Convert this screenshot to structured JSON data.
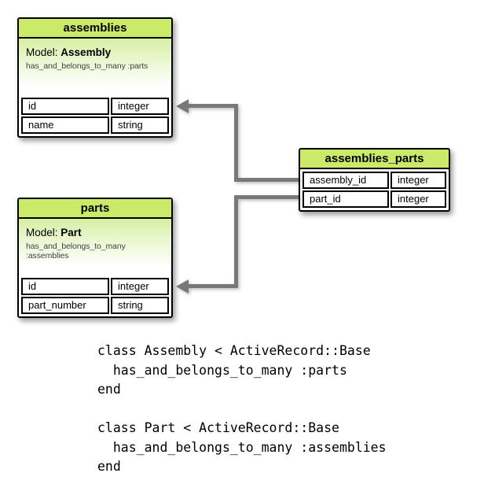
{
  "diagram": {
    "tables": [
      {
        "title": "assemblies",
        "model_prefix": "Model:",
        "model_name": "Assembly",
        "association": "has_and_belongs_to_many :parts",
        "rows": [
          {
            "field": "id",
            "type": "integer"
          },
          {
            "field": "name",
            "type": "string"
          }
        ]
      },
      {
        "title": "parts",
        "model_prefix": "Model:",
        "model_name": "Part",
        "association": "has_and_belongs_to_many :assemblies",
        "rows": [
          {
            "field": "id",
            "type": "integer"
          },
          {
            "field": "part_number",
            "type": "string"
          }
        ]
      },
      {
        "title": "assemblies_parts",
        "rows": [
          {
            "field": "assembly_id",
            "type": "integer"
          },
          {
            "field": "part_id",
            "type": "integer"
          }
        ]
      }
    ],
    "colors": {
      "table_header_green": "#cbea69",
      "model_gradient_top": "#d6efa3",
      "connector_gray": "#787878",
      "border_black": "#000000"
    }
  },
  "code": "class Assembly < ActiveRecord::Base\n  has_and_belongs_to_many :parts\nend\n\nclass Part < ActiveRecord::Base\n  has_and_belongs_to_many :assemblies\nend"
}
